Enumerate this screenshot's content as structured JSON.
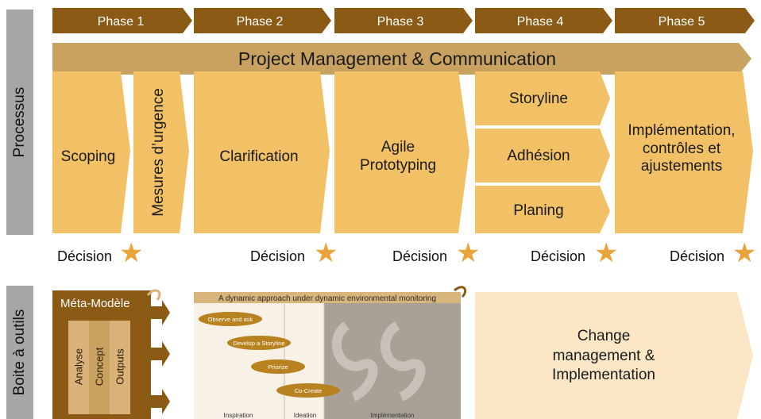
{
  "sections": {
    "process": "Processus",
    "tools": "Boite à outils"
  },
  "phases": [
    "Phase 1",
    "Phase 2",
    "Phase 3",
    "Phase 4",
    "Phase 5"
  ],
  "banner": "Project Management & Communication",
  "blocks": {
    "scoping": "Scoping",
    "urgency": "Mesures d’urgence",
    "clarification": "Clarification",
    "agile_line1": "Agile",
    "agile_line2": "Prototyping",
    "storyline": "Storyline",
    "adhesion": "Adhésion",
    "planing": "Planing",
    "impl_line1": "Implémentation,",
    "impl_line2": "contrôles et",
    "impl_line3": "ajustements"
  },
  "decision_label": "Décision",
  "meta_model": {
    "title": "Méta-Modèle",
    "columns": [
      "Analyse",
      "Concept",
      "Outputs"
    ]
  },
  "dynamic": {
    "title": "A dynamic approach under dynamic environmental monitoring",
    "steps": [
      "Observe and ask",
      "Develop a Storyline",
      "Priorize",
      "Co-Create"
    ],
    "columns": [
      "Inspiration",
      "Ideation",
      "Implémentation"
    ]
  },
  "change": {
    "line1": "Change",
    "line2": "management &",
    "line3": "Implementation"
  },
  "colors": {
    "phase_fill": "#8b5a14",
    "banner_fill": "#c9a261",
    "block_fill": "#f2c065",
    "sidebar": "#a6a6a6",
    "star": "#e8a33a",
    "meta_fill": "#8b5a14",
    "change_fill": "#fbe7c6"
  }
}
